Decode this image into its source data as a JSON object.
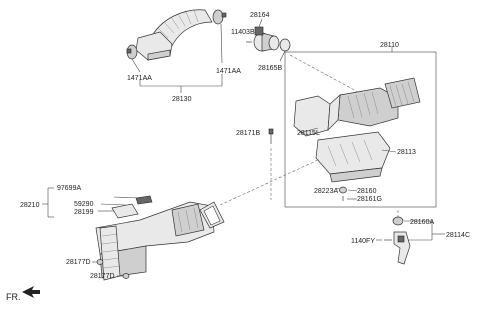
{
  "labels": {
    "p28164": "28164",
    "p11403B": "11403B",
    "p28165B": "28165B",
    "p1471AA_left": "1471AA",
    "p1471AA_right": "1471AA",
    "p28130": "28130",
    "p28110": "28110",
    "p28171B": "28171B",
    "p28115L": "28115L",
    "p28113": "28113",
    "p28223A": "28223A",
    "p28160": "28160",
    "p28161G": "28161G",
    "p97699A": "97699A",
    "p59290": "59290",
    "p28199": "28199",
    "p28210": "28210",
    "p28177D_top": "28177D",
    "p28177D_bottom": "28177D",
    "p28160A": "28160A",
    "p1140FY": "1140FY",
    "p28114C": "28114C",
    "fr": "FR."
  }
}
